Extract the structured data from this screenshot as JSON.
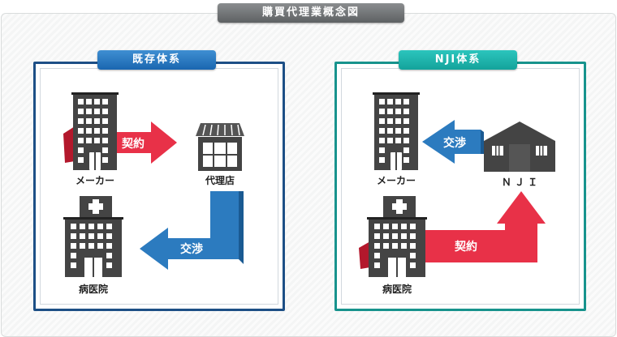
{
  "title": "購買代理業概念図",
  "left": {
    "title": "既存体系",
    "maker": "メーカー",
    "agency": "代理店",
    "hospital": "病医院",
    "contract": "契約",
    "negotiation": "交渉"
  },
  "right": {
    "title": "NJI体系",
    "maker": "メーカー",
    "nji": "Ｎ Ｊ Ｉ",
    "hospital": "病医院",
    "contract": "契約",
    "negotiation": "交渉"
  },
  "colors": {
    "red": "#e83148",
    "blue": "#2c7bbf",
    "navy": "#1d4f86",
    "teal": "#17938d",
    "building": "#444444"
  },
  "icons": [
    "office-building-icon",
    "shop-icon",
    "hospital-icon",
    "warehouse-icon"
  ]
}
